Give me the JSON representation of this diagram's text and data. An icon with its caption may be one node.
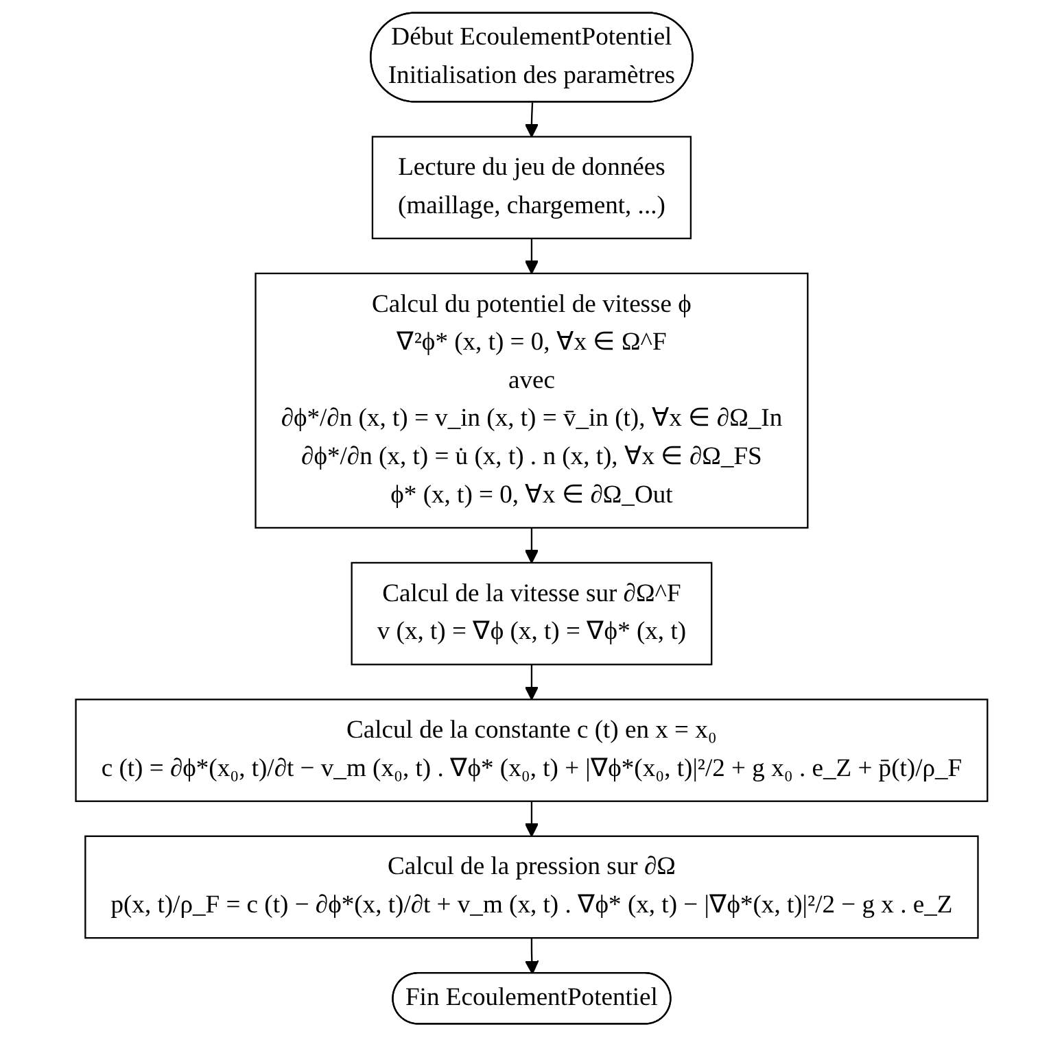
{
  "diagram": {
    "nodes": [
      {
        "text": [
          "Début EcoulementPotentiel",
          "Initialisation des paramètres"
        ]
      },
      {
        "text": [
          "Lecture du jeu de données",
          "(maillage, chargement, ...)"
        ]
      },
      {
        "text": [
          "Calcul du potentiel de vitesse ϕ",
          "∇²ϕ* (x, t) = 0,  ∀x ∈ Ω^F",
          "avec",
          "∂ϕ*/∂n (x, t) = v_in (x, t) = v̄_in (t),  ∀x ∈ ∂Ω_In",
          "∂ϕ*/∂n (x, t) = u̇ (x, t) . n (x, t),  ∀x ∈ ∂Ω_FS",
          "ϕ* (x, t) = 0,  ∀x ∈ ∂Ω_Out"
        ]
      },
      {
        "text": [
          "Calcul de la vitesse sur ∂Ω^F",
          "v (x, t) = ∇ϕ (x, t) = ∇ϕ* (x, t)"
        ]
      },
      {
        "text": [
          "Calcul de la constante c (t) en x = x₀",
          "c (t) = ∂ϕ*(x₀, t)/∂t − v_m (x₀, t) . ∇ϕ* (x₀, t) + |∇ϕ*(x₀, t)|²/2 + g x₀ . e_Z + p̄(t)/ρ_F"
        ]
      },
      {
        "text": [
          "Calcul de la pression sur ∂Ω",
          "p(x, t)/ρ_F = c (t) − ∂ϕ*(x, t)/∂t + v_m (x, t) . ∇ϕ* (x, t) − |∇ϕ*(x, t)|²/2 − g x . e_Z"
        ]
      },
      {
        "text": [
          "Fin EcoulementPotentiel"
        ]
      }
    ],
    "edges": [
      {
        "from": 0,
        "to": 1,
        "arrow": "to"
      },
      {
        "from": 1,
        "to": 2,
        "arrow": "to"
      },
      {
        "from": 2,
        "to": 3,
        "arrow": "to"
      },
      {
        "from": 3,
        "to": 4,
        "arrow": "to"
      },
      {
        "from": 4,
        "to": 5,
        "arrow": "to"
      },
      {
        "from": 5,
        "to": 6,
        "arrow": "to"
      }
    ]
  }
}
